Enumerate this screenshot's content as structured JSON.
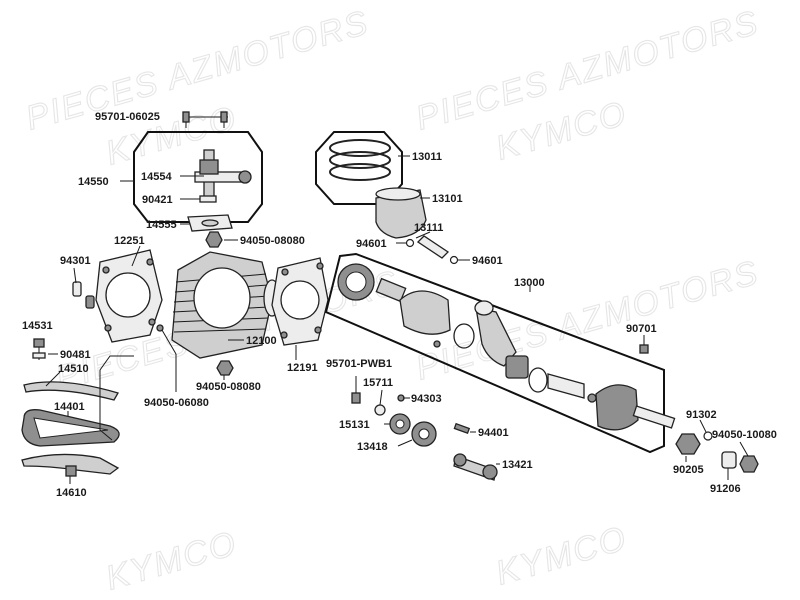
{
  "watermark": {
    "line1": "PIECES AZMOTORS",
    "line2": "KYMCO"
  },
  "parts": [
    {
      "id": "p95701_06025",
      "label": "95701-06025"
    },
    {
      "id": "p14554",
      "label": "14554"
    },
    {
      "id": "p14550",
      "label": "14550"
    },
    {
      "id": "p90421",
      "label": "90421"
    },
    {
      "id": "p14555",
      "label": "14555"
    },
    {
      "id": "p94050_08080a",
      "label": "94050-08080"
    },
    {
      "id": "p12251",
      "label": "12251"
    },
    {
      "id": "p94301",
      "label": "94301"
    },
    {
      "id": "p14531",
      "label": "14531"
    },
    {
      "id": "p90481",
      "label": "90481"
    },
    {
      "id": "p14510",
      "label": "14510"
    },
    {
      "id": "p14401",
      "label": "14401"
    },
    {
      "id": "p14610",
      "label": "14610"
    },
    {
      "id": "p12100",
      "label": "12100"
    },
    {
      "id": "p94050_08080b",
      "label": "94050-08080"
    },
    {
      "id": "p94050_06080",
      "label": "94050-06080"
    },
    {
      "id": "p12191",
      "label": "12191"
    },
    {
      "id": "p13011",
      "label": "13011"
    },
    {
      "id": "p13101",
      "label": "13101"
    },
    {
      "id": "p13111",
      "label": "13111"
    },
    {
      "id": "p94601a",
      "label": "94601"
    },
    {
      "id": "p94601b",
      "label": "94601"
    },
    {
      "id": "p13000",
      "label": "13000"
    },
    {
      "id": "p90701",
      "label": "90701"
    },
    {
      "id": "p95701_pwb1",
      "label": "95701-PWB1"
    },
    {
      "id": "p15711",
      "label": "15711"
    },
    {
      "id": "p94303",
      "label": "94303"
    },
    {
      "id": "p15131",
      "label": "15131"
    },
    {
      "id": "p94401",
      "label": "94401"
    },
    {
      "id": "p13418",
      "label": "13418"
    },
    {
      "id": "p13421",
      "label": "13421"
    },
    {
      "id": "p91302",
      "label": "91302"
    },
    {
      "id": "p94050_10080",
      "label": "94050-10080"
    },
    {
      "id": "p90205",
      "label": "90205"
    },
    {
      "id": "p91206",
      "label": "91206"
    }
  ]
}
